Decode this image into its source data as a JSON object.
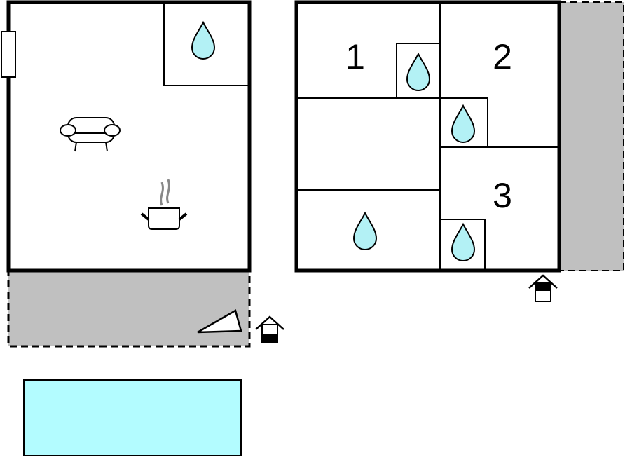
{
  "rooms": {
    "bedroom_1": "1",
    "bedroom_2": "2",
    "bedroom_3": "3"
  },
  "colors": {
    "wall": "#000000",
    "terrace": "#c0c0c0",
    "pool": "#b3fcff",
    "water_drop": "#b3f1f5",
    "steam": "#888888"
  },
  "icons": [
    "window-icon",
    "water-drop-icon",
    "sofa-icon",
    "cooking-pot-icon",
    "sun-lounger-icon",
    "entrance-icon",
    "pool"
  ]
}
